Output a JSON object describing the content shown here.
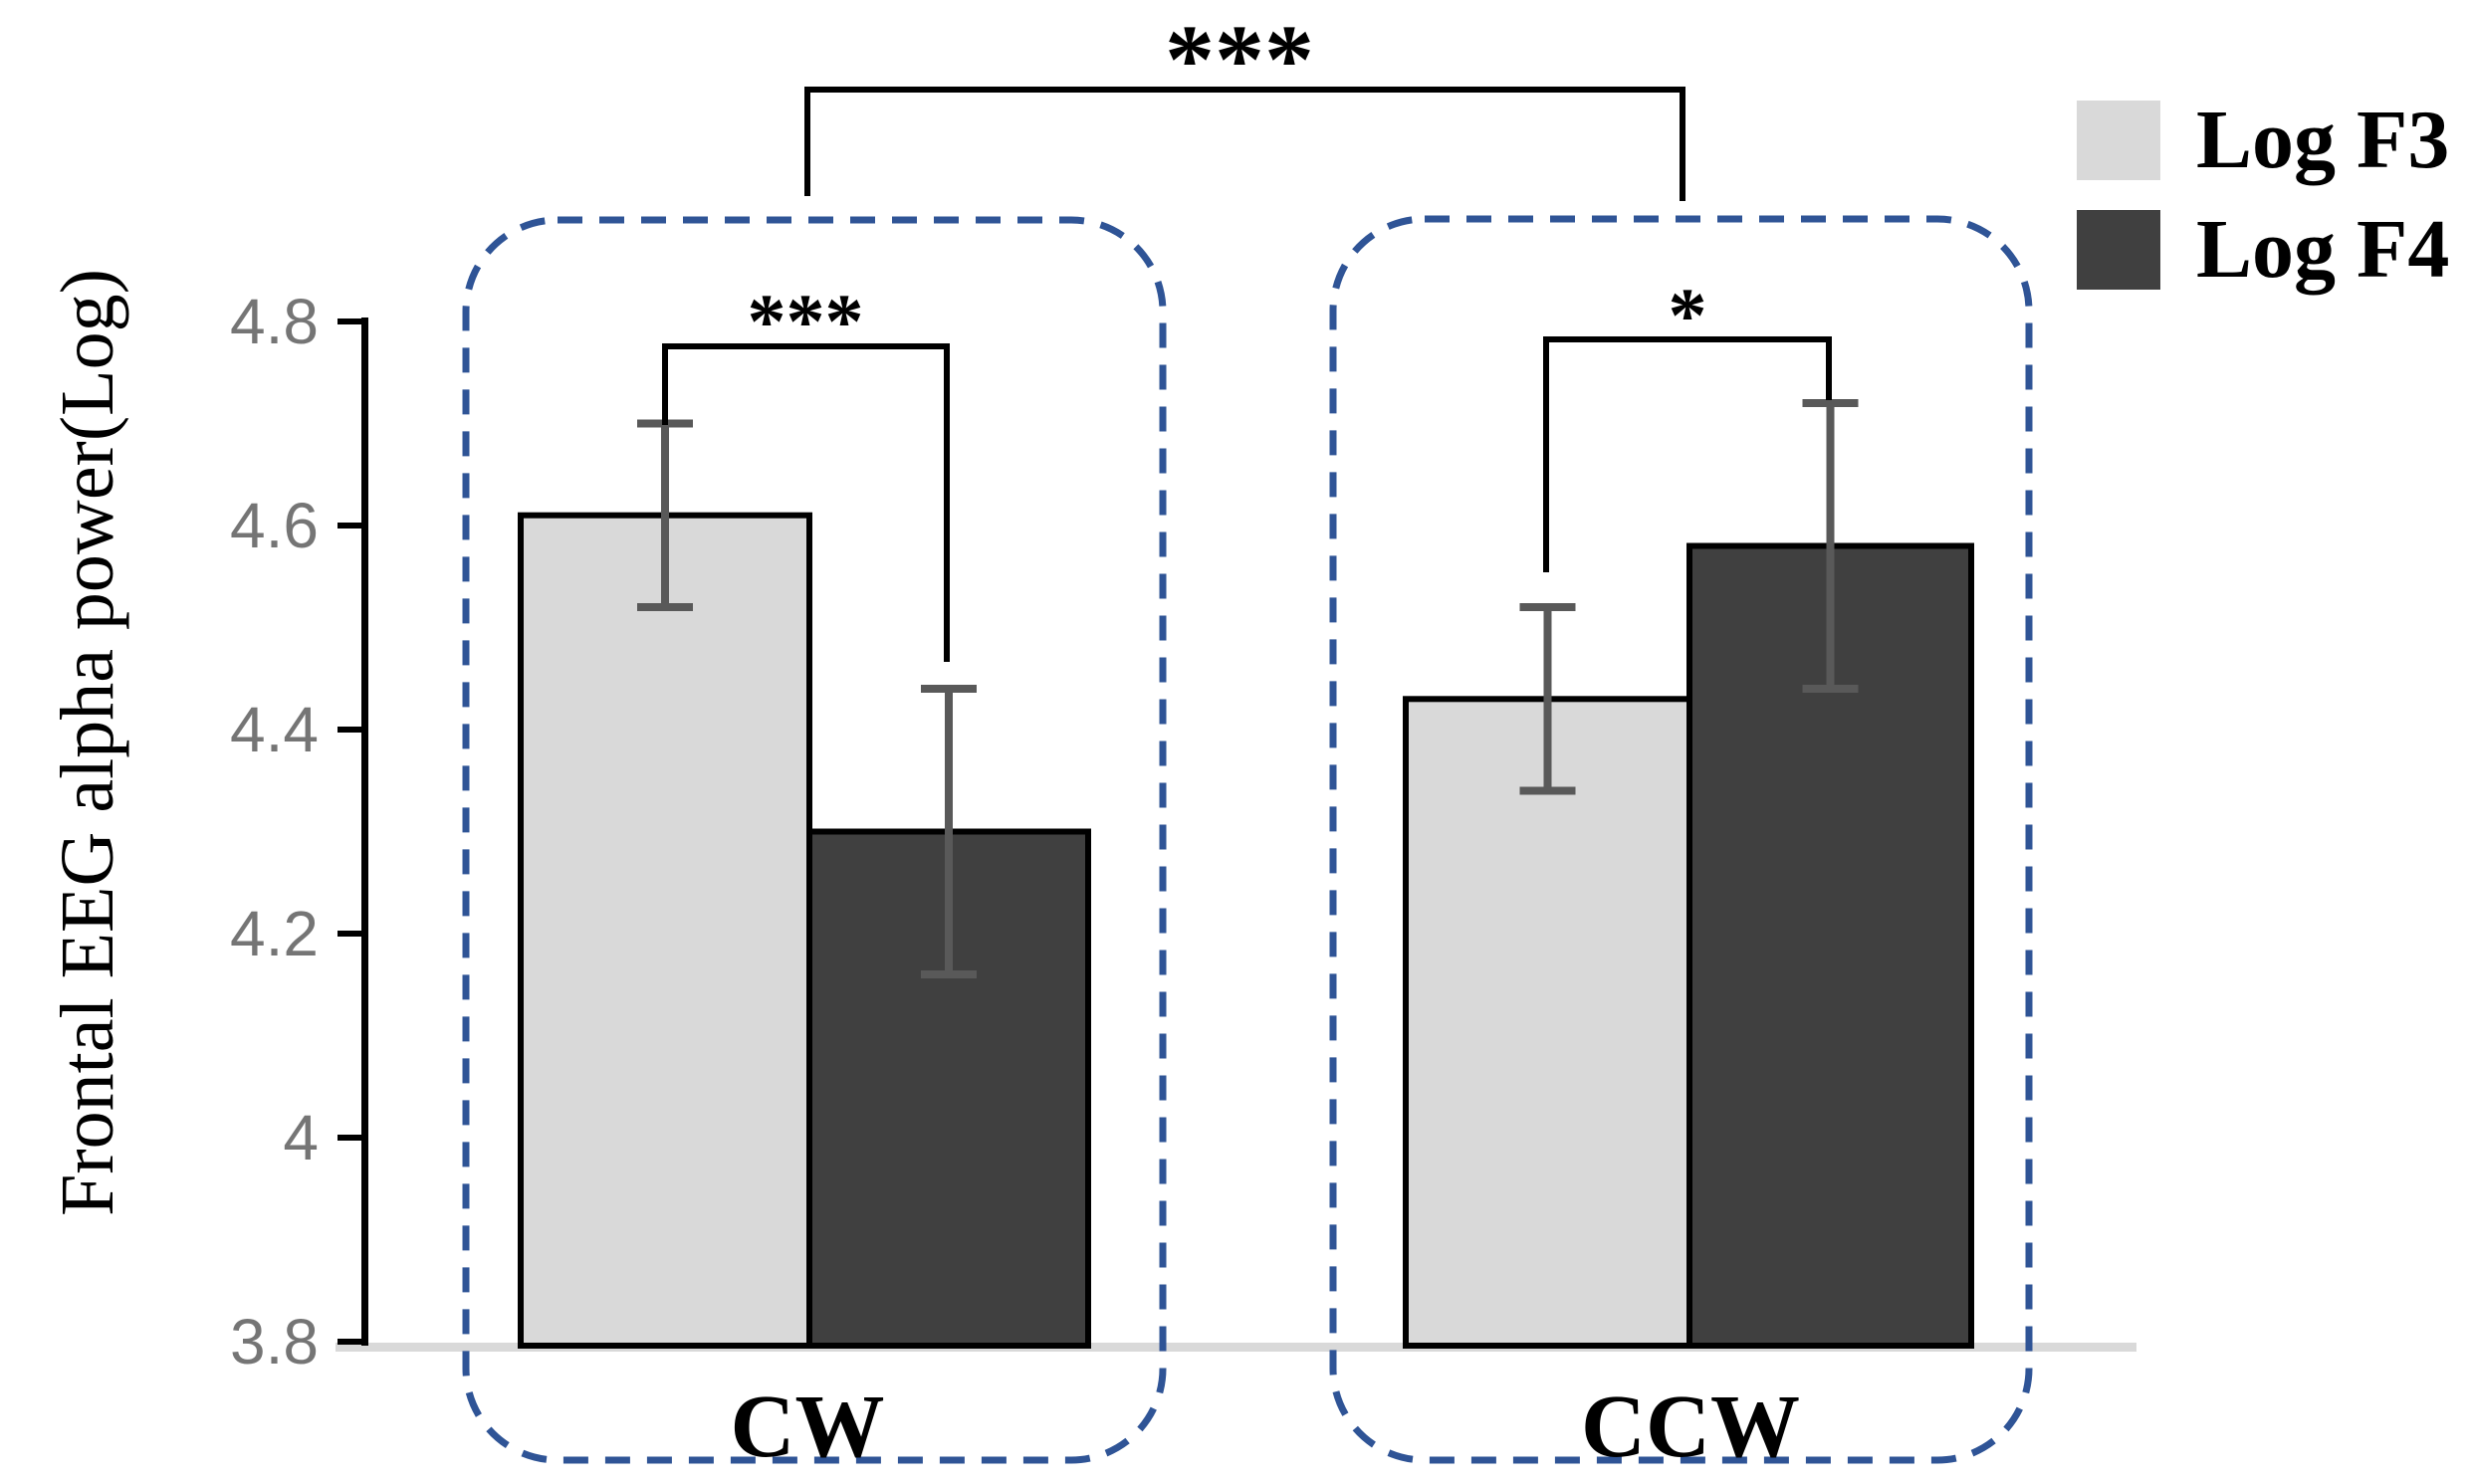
{
  "chart_data": {
    "type": "bar",
    "ylabel": "Frontal EEG alpha power(Log)",
    "ylim": [
      3.8,
      4.8
    ],
    "ytick_labels": [
      "4.8",
      "4.6",
      "4.4",
      "4.2",
      "4",
      "3.8"
    ],
    "yticks": [
      4.8,
      4.6,
      4.4,
      4.2,
      4.0,
      3.8
    ],
    "categories": [
      "CW",
      "CCW"
    ],
    "series": [
      {
        "name": "Log F3",
        "color": "#D9D9D9",
        "values": [
          4.61,
          4.43
        ],
        "errors": [
          0.09,
          0.09
        ]
      },
      {
        "name": "Log F4",
        "color": "#404040",
        "values": [
          4.3,
          4.58
        ],
        "errors": [
          0.14,
          0.14
        ]
      }
    ],
    "significance": {
      "top": "***",
      "cw_pair": "***",
      "ccw_pair": "*"
    },
    "legend_position": "top-right",
    "grid": false,
    "group_outline_color": "#2F5496",
    "error_bar_color": "#595959",
    "bar_border_color": "#000000",
    "baseline_color": "#D9D9D9"
  }
}
